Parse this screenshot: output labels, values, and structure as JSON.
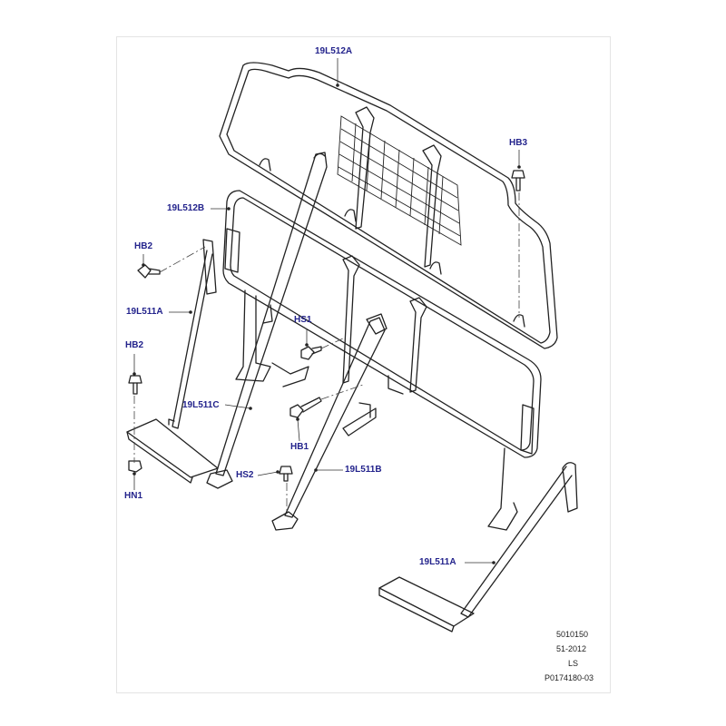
{
  "callouts": {
    "l_19L512A": "19L512A",
    "l_HB3": "HB3",
    "l_19L512B": "19L512B",
    "l_HB2_top": "HB2",
    "l_19L511A_left": "19L511A",
    "l_HS1": "HS1",
    "l_HB2_mid": "HB2",
    "l_19L511C": "19L511C",
    "l_HB1": "HB1",
    "l_HS2": "HS2",
    "l_19L511B": "19L511B",
    "l_HN1": "HN1",
    "l_19L511A_right": "19L511A"
  },
  "footer": {
    "line1": "5010150",
    "line2": "51-2012",
    "line3": "LS",
    "line4": "P0174180-03"
  },
  "colors": {
    "label": "#23238c",
    "line": "#222222"
  }
}
